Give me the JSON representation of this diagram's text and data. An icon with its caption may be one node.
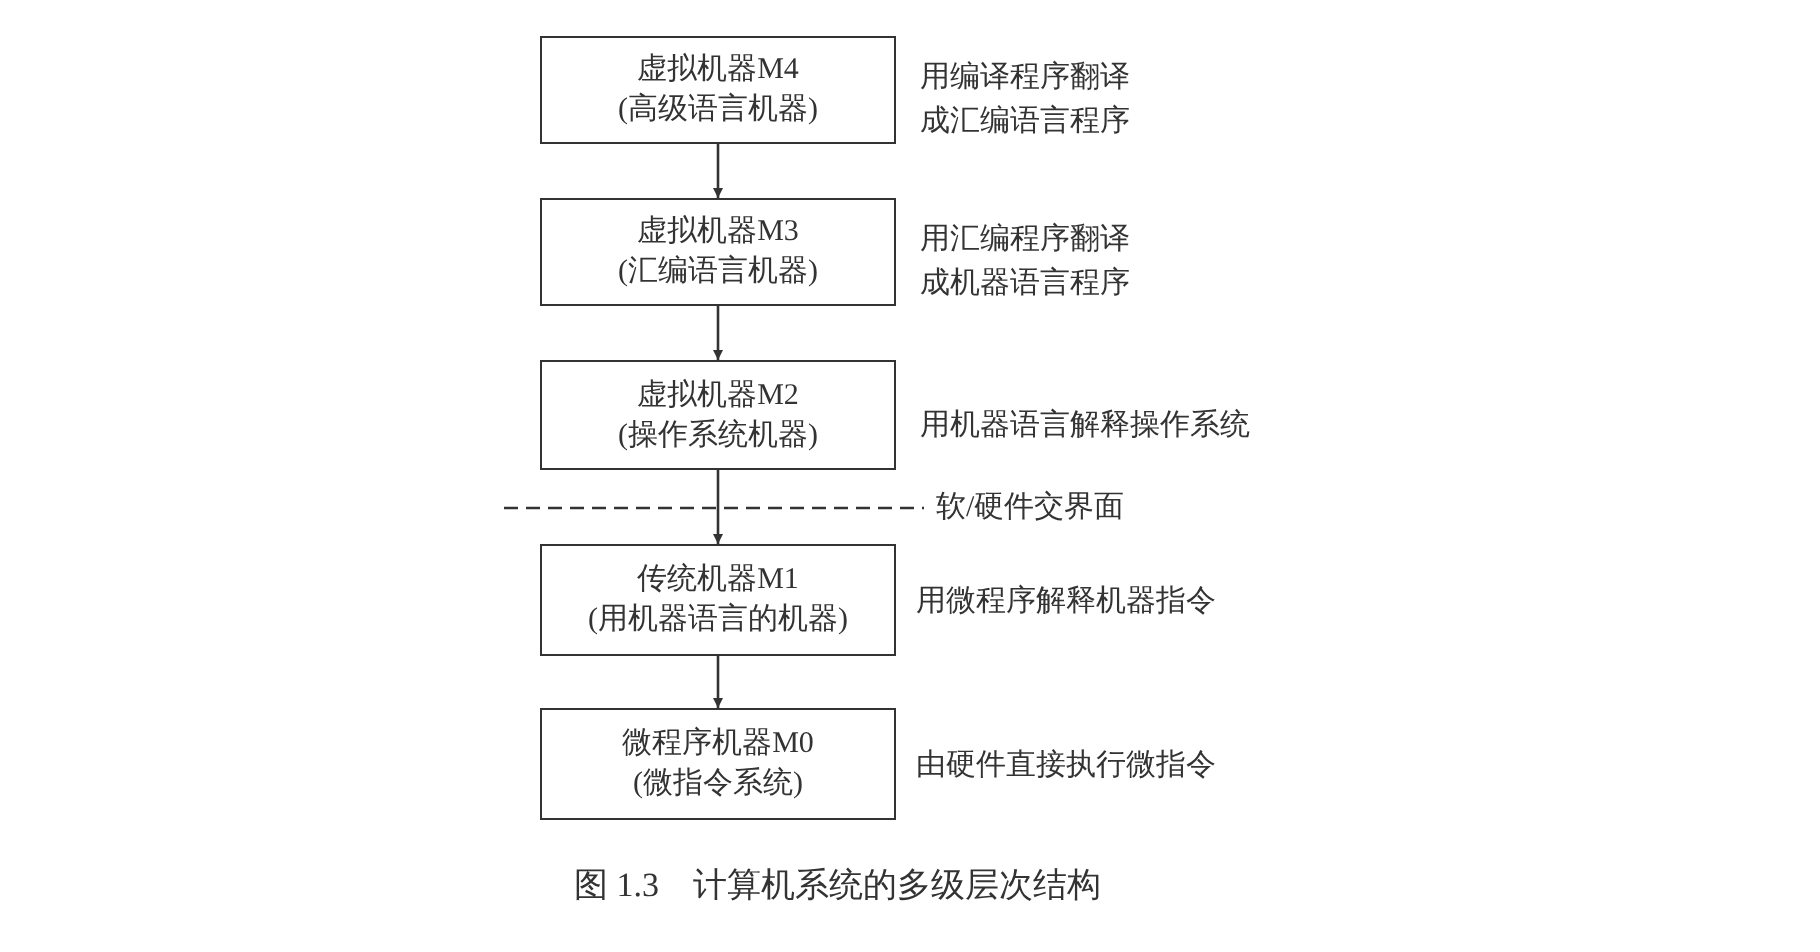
{
  "diagram": {
    "caption": "图 1.3　计算机系统的多级层次结构",
    "nodes": [
      {
        "text": [
          "虚拟机器M4",
          "(高级语言机器)"
        ],
        "beside": [
          "用编译程序翻译成汇编语言程序"
        ]
      },
      {
        "text": [
          "虚拟机器M3",
          "(汇编语言机器)"
        ],
        "beside": [
          "用汇编程序翻译成机器语言程序"
        ]
      },
      {
        "text": [
          "虚拟机器M2",
          "(操作系统机器)"
        ],
        "beside": [
          "用机器语言解释操作系统"
        ]
      },
      {
        "text": [
          "传统机器M1",
          "(用机器语言的机器)"
        ],
        "beside": [
          "用微程序解释机器指令"
        ]
      },
      {
        "text": [
          "微程序机器M0",
          "(微指令系统)"
        ],
        "beside": [
          "由硬件直接执行微指令"
        ]
      }
    ],
    "edges": [
      {
        "from": 0,
        "to": 1,
        "arrow": "to"
      },
      {
        "from": 1,
        "to": 2,
        "arrow": "to"
      },
      {
        "from": 2,
        "to": 3,
        "arrow": "to"
      },
      {
        "from": 3,
        "to": 4,
        "arrow": "to"
      }
    ],
    "labels": [
      "软/硬件交界面"
    ]
  }
}
